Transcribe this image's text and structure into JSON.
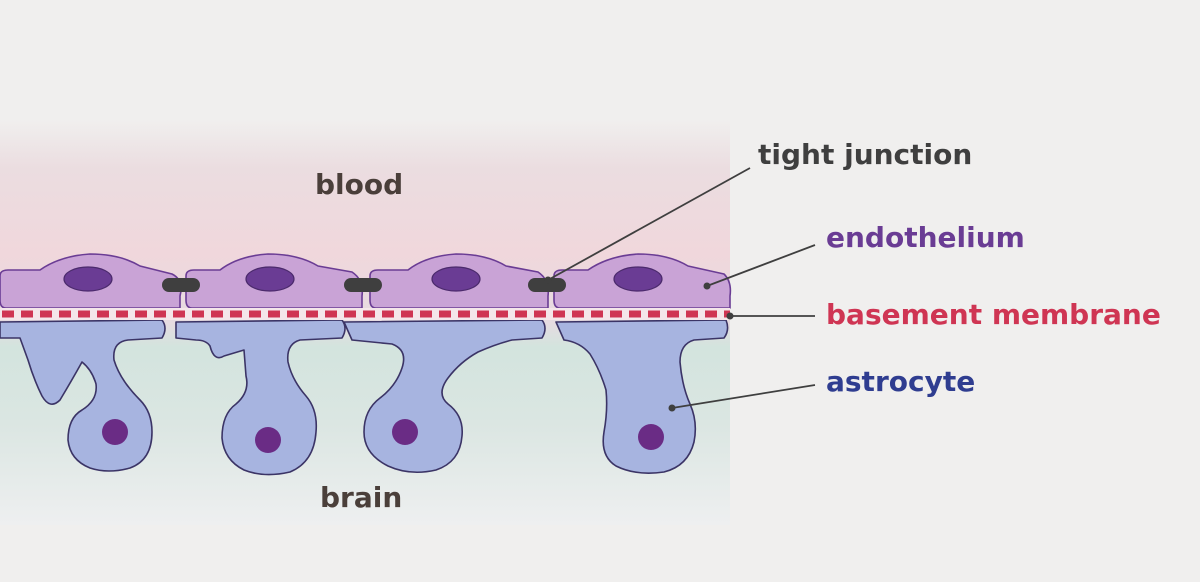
{
  "regions": {
    "blood": "blood",
    "brain": "brain"
  },
  "callouts": {
    "tight_junction": {
      "text": "tight junction",
      "color": "#3f3f3f"
    },
    "endothelium": {
      "text": "endothelium",
      "color": "#6a3c94"
    },
    "basement_membrane": {
      "text": "basement membrane",
      "color": "#cf3553"
    },
    "astrocyte": {
      "text": "astrocyte",
      "color": "#2f3d90"
    }
  },
  "colors": {
    "background": "#f0efee",
    "blood_tint": "#ead5da",
    "brain_tint": "#cfe3dc",
    "endothelium_fill": "#c9a3d6",
    "endothelium_nucleus": "#6a3c94",
    "tight_junction": "#3f3f3f",
    "basement_membrane": "#cf3553",
    "astrocyte_fill": "#a7b4e0",
    "astrocyte_nucleus": "#6a2c85",
    "outline": "#3b3466"
  }
}
